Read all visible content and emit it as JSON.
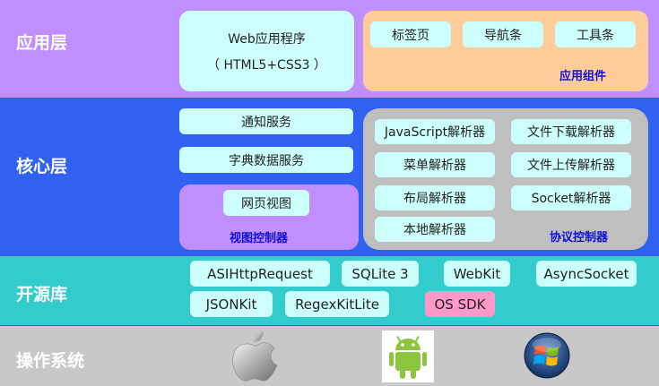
{
  "layers": {
    "app": {
      "title": "应用层",
      "web_app_line1": "Web应用程序",
      "web_app_line2": "（ HTML5+CSS3 ）",
      "components": [
        "标签页",
        "导航条",
        "工具条"
      ],
      "components_label": "应用组件"
    },
    "core": {
      "title": "核心层",
      "services": [
        "通知服务",
        "字典数据服务"
      ],
      "view_item": "网页视图",
      "view_label": "视图控制器",
      "parsers": [
        "JavaScript解析器",
        "文件下载解析器",
        "菜单解析器",
        "文件上传解析器",
        "布局解析器",
        "Socket解析器",
        "本地解析器"
      ],
      "protocol_label": "协议控制器"
    },
    "open_source": {
      "title": "开源库",
      "libs": [
        "ASIHttpRequest",
        "SQLite 3",
        "WebKit",
        "AsyncSocket",
        "JSONKit",
        "RegexKitLite",
        "OS SDK"
      ]
    },
    "os": {
      "title": "操作系统",
      "icons": [
        "apple-icon",
        "android-icon",
        "windows-icon"
      ]
    }
  },
  "colors": {
    "app_bg": "#c08fff",
    "core_bg": "#3061f0",
    "open_source_bg": "#32cccc",
    "os_bg": "#c8c8c8",
    "components_panel": "#ffcc99",
    "view_panel": "#c08fff",
    "protocol_panel": "#bfbfbf",
    "label_blue": "#1010d8"
  }
}
